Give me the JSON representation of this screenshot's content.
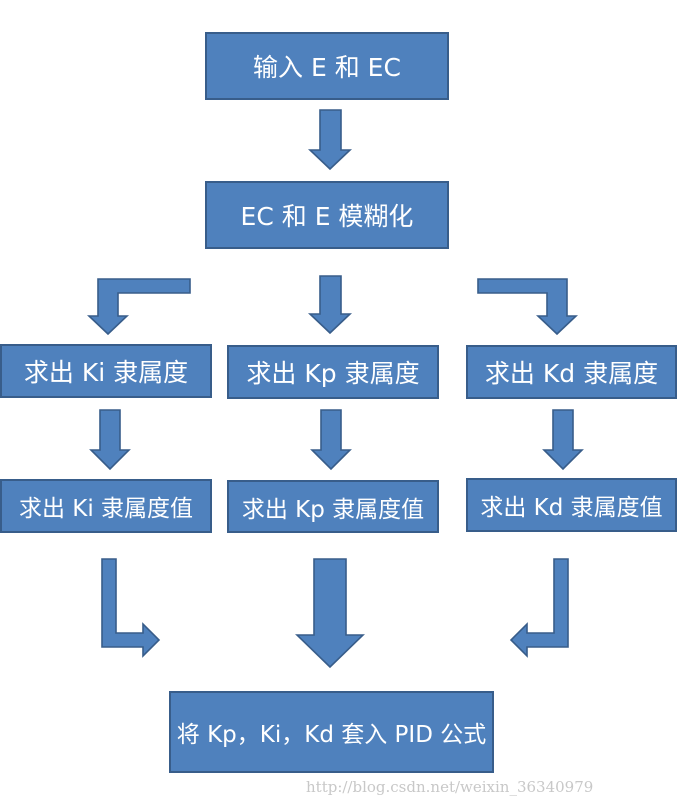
{
  "diagram": {
    "type": "flowchart",
    "colors": {
      "box_fill": "#4f81bd",
      "box_border": "#385d8a",
      "text": "#ffffff"
    },
    "nodes": {
      "input": "输入 E 和 EC",
      "fuzzify": "EC 和 E 模糊化",
      "ki_membership": "求出 Ki 隶属度",
      "kp_membership": "求出 Kp 隶属度",
      "kd_membership": "求出 Kd 隶属度",
      "ki_value": "求出 Ki 隶属度值",
      "kp_value": "求出 Kp 隶属度值",
      "kd_value": "求出 Kd 隶属度值",
      "pid": "将 Kp，Ki，Kd 套入 PID 公式"
    },
    "edges": [
      [
        "input",
        "fuzzify"
      ],
      [
        "fuzzify",
        "ki_membership"
      ],
      [
        "fuzzify",
        "kp_membership"
      ],
      [
        "fuzzify",
        "kd_membership"
      ],
      [
        "ki_membership",
        "ki_value"
      ],
      [
        "kp_membership",
        "kp_value"
      ],
      [
        "kd_membership",
        "kd_value"
      ],
      [
        "ki_value",
        "pid"
      ],
      [
        "kp_value",
        "pid"
      ],
      [
        "kd_value",
        "pid"
      ]
    ]
  },
  "watermark": "http://blog.csdn.net/weixin_36340979"
}
